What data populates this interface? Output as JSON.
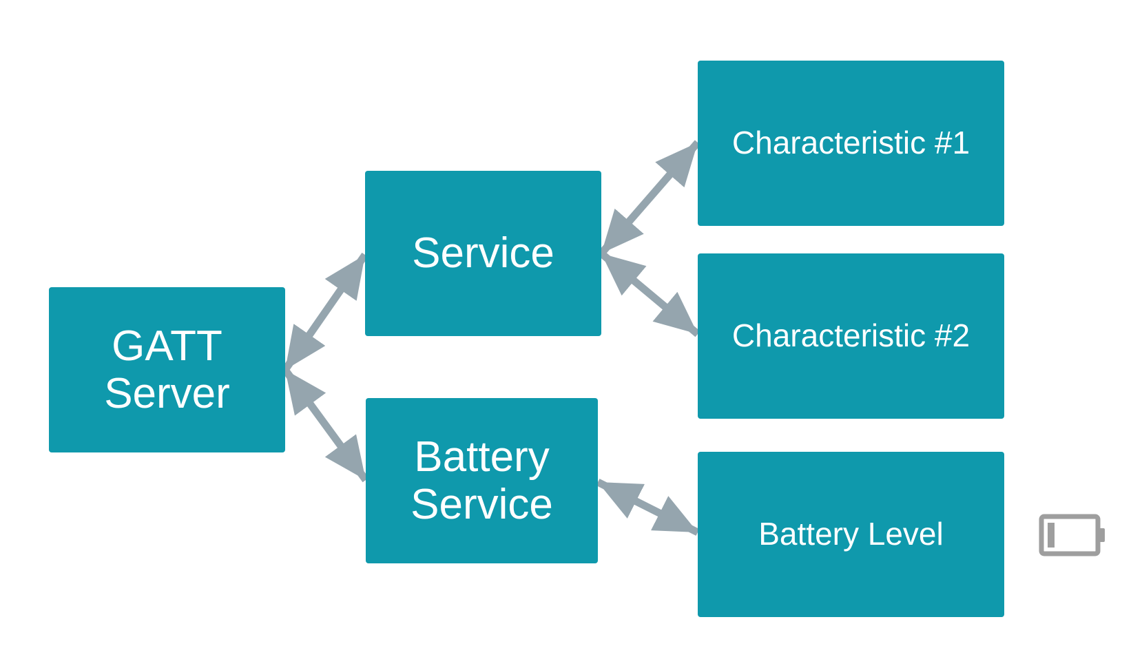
{
  "nodes": {
    "gatt_server": "GATT\nServer",
    "service": "Service",
    "battery_service": "Battery\nService",
    "characteristic_1": "Characteristic #1",
    "characteristic_2": "Characteristic #2",
    "battery_level": "Battery Level"
  },
  "edges": [
    {
      "from": "gatt_server",
      "to": "service",
      "direction": "bidirectional"
    },
    {
      "from": "gatt_server",
      "to": "battery_service",
      "direction": "bidirectional"
    },
    {
      "from": "service",
      "to": "characteristic_1",
      "direction": "bidirectional"
    },
    {
      "from": "service",
      "to": "characteristic_2",
      "direction": "bidirectional"
    },
    {
      "from": "battery_service",
      "to": "battery_level",
      "direction": "bidirectional"
    }
  ],
  "icons": {
    "battery_level_indicator": "battery-low-icon"
  },
  "colors": {
    "node_fill": "#0f99ac",
    "node_text": "#ffffff",
    "arrow": "#95a5ae",
    "icon": "#9e9e9e"
  }
}
